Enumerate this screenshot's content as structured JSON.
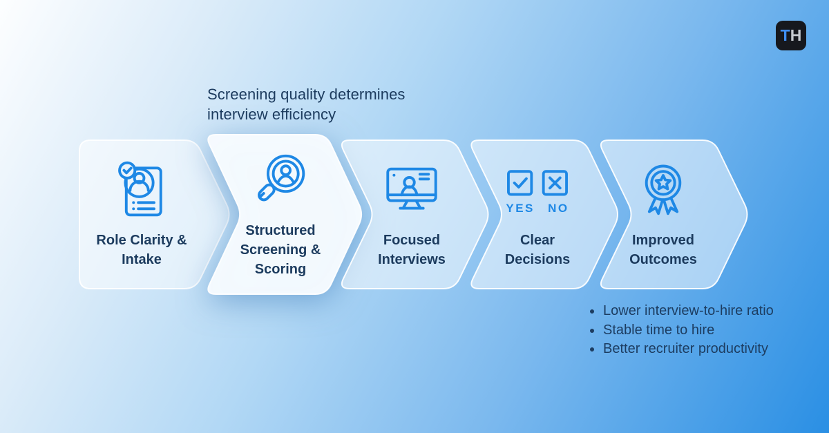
{
  "brand": {
    "logo": {
      "letter_t": "T",
      "letter_h": "H"
    }
  },
  "heading": {
    "line1": "Screening quality determines",
    "line2": "interview efficiency"
  },
  "process": {
    "steps": [
      {
        "label_lines": [
          "Role Clarity &",
          "Intake"
        ],
        "icon": "document-person-check-icon",
        "highlighted": false
      },
      {
        "label_lines": [
          "Structured",
          "Screening &",
          "Scoring"
        ],
        "icon": "magnifier-candidate-icon",
        "highlighted": true
      },
      {
        "label_lines": [
          "Focused",
          "Interviews"
        ],
        "icon": "monitor-interview-icon",
        "highlighted": false
      },
      {
        "label_lines": [
          "Clear",
          "Decisions"
        ],
        "icon": "yes-no-checkboxes-icon",
        "icon_caption": "YES NO",
        "highlighted": false
      },
      {
        "label_lines": [
          "Improved",
          "Outcomes"
        ],
        "icon": "award-medal-icon",
        "highlighted": false
      }
    ]
  },
  "outcomes": {
    "items": [
      "Lower interview-to-hire ratio",
      "Stable time to hire",
      "Better recruiter productivity"
    ]
  },
  "colors": {
    "icon_blue": "#1e88e5",
    "text_navy": "#1c3b5e",
    "bullets_navy": "#1d3d61",
    "card_fill": "rgba(255,255,255,0.5)",
    "card_fill_highlighted": "rgba(248,252,255,0.96)",
    "card_border": "rgba(255,255,255,0.92)",
    "background_start": "#fdfeff",
    "background_end": "#2a8fe4",
    "logo_background": "#16181e",
    "logo_t": "#3f8ef2",
    "logo_h": "#c6cad0"
  }
}
